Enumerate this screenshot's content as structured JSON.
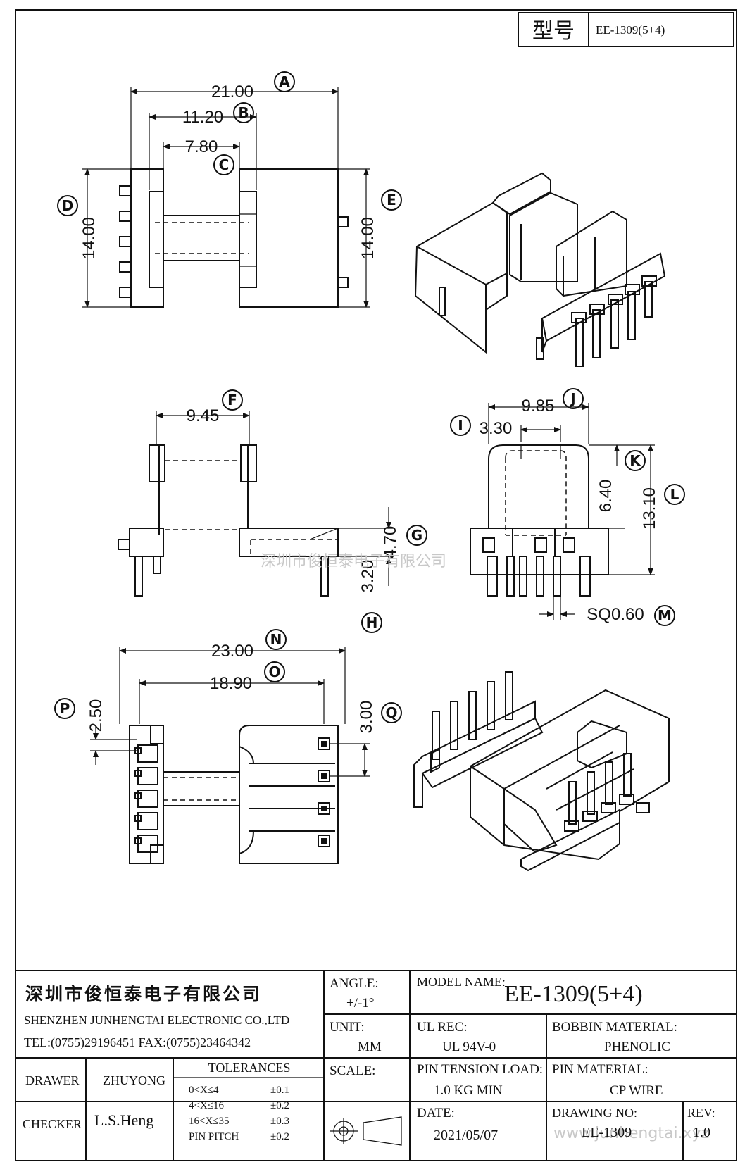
{
  "header": {
    "model_label": "型号",
    "model_value": "EE-1309(5+4)"
  },
  "dimensions": {
    "A": "21.00",
    "B": "11.20",
    "C": "7.80",
    "D": "14.00",
    "E": "14.00",
    "F": "9.45",
    "G": "4.70",
    "H": "3.20",
    "I": "3.30",
    "J": "9.85",
    "K": "6.40",
    "L": "13.10",
    "M": "SQ0.60",
    "N": "23.00",
    "O": "18.90",
    "P": "2.50",
    "Q": "3.00"
  },
  "watermarks": {
    "center": "深圳市俊恒泰电子有限公司",
    "corner": "www.junhengtai.xyz"
  },
  "title_block": {
    "company_cn": "深圳市俊恒泰电子有限公司",
    "company_en": "SHENZHEN JUNHENGTAI ELECTRONIC CO.,LTD",
    "contact": "TEL:(0755)29196451  FAX:(0755)23464342",
    "angle_label": "ANGLE:",
    "angle_value": "+/-1°",
    "model_name_label": "MODEL NAME:",
    "model_name_value": "EE-1309(5+4)",
    "unit_label": "UNIT:",
    "unit_value": "MM",
    "ul_label": "UL REC:",
    "ul_value": "UL 94V-0",
    "bobbin_label": "BOBBIN MATERIAL:",
    "bobbin_value": "PHENOLIC",
    "scale_label": "SCALE:",
    "tension_label": "PIN TENSION LOAD:",
    "tension_value": "1.0 KG MIN",
    "pin_mat_label": "PIN MATERIAL:",
    "pin_mat_value": "CP WIRE",
    "drawer_label": "DRAWER",
    "drawer_value": "ZHUYONG",
    "checker_label": "CHECKER",
    "checker_value": "L.S.Heng",
    "tolerances_label": "TOLERANCES",
    "tolerances": [
      {
        "range": "0<X≤4",
        "value": "±0.1"
      },
      {
        "range": "4<X≤16",
        "value": "±0.2"
      },
      {
        "range": "16<X≤35",
        "value": "±0.3"
      },
      {
        "range": "PIN PITCH",
        "value": "±0.2"
      }
    ],
    "date_label": "DATE:",
    "date_value": "2021/05/07",
    "drawing_no_label": "DRAWING NO:",
    "drawing_no_value": "EE-1309",
    "rev_label": "REV:",
    "rev_value": "1.0"
  }
}
